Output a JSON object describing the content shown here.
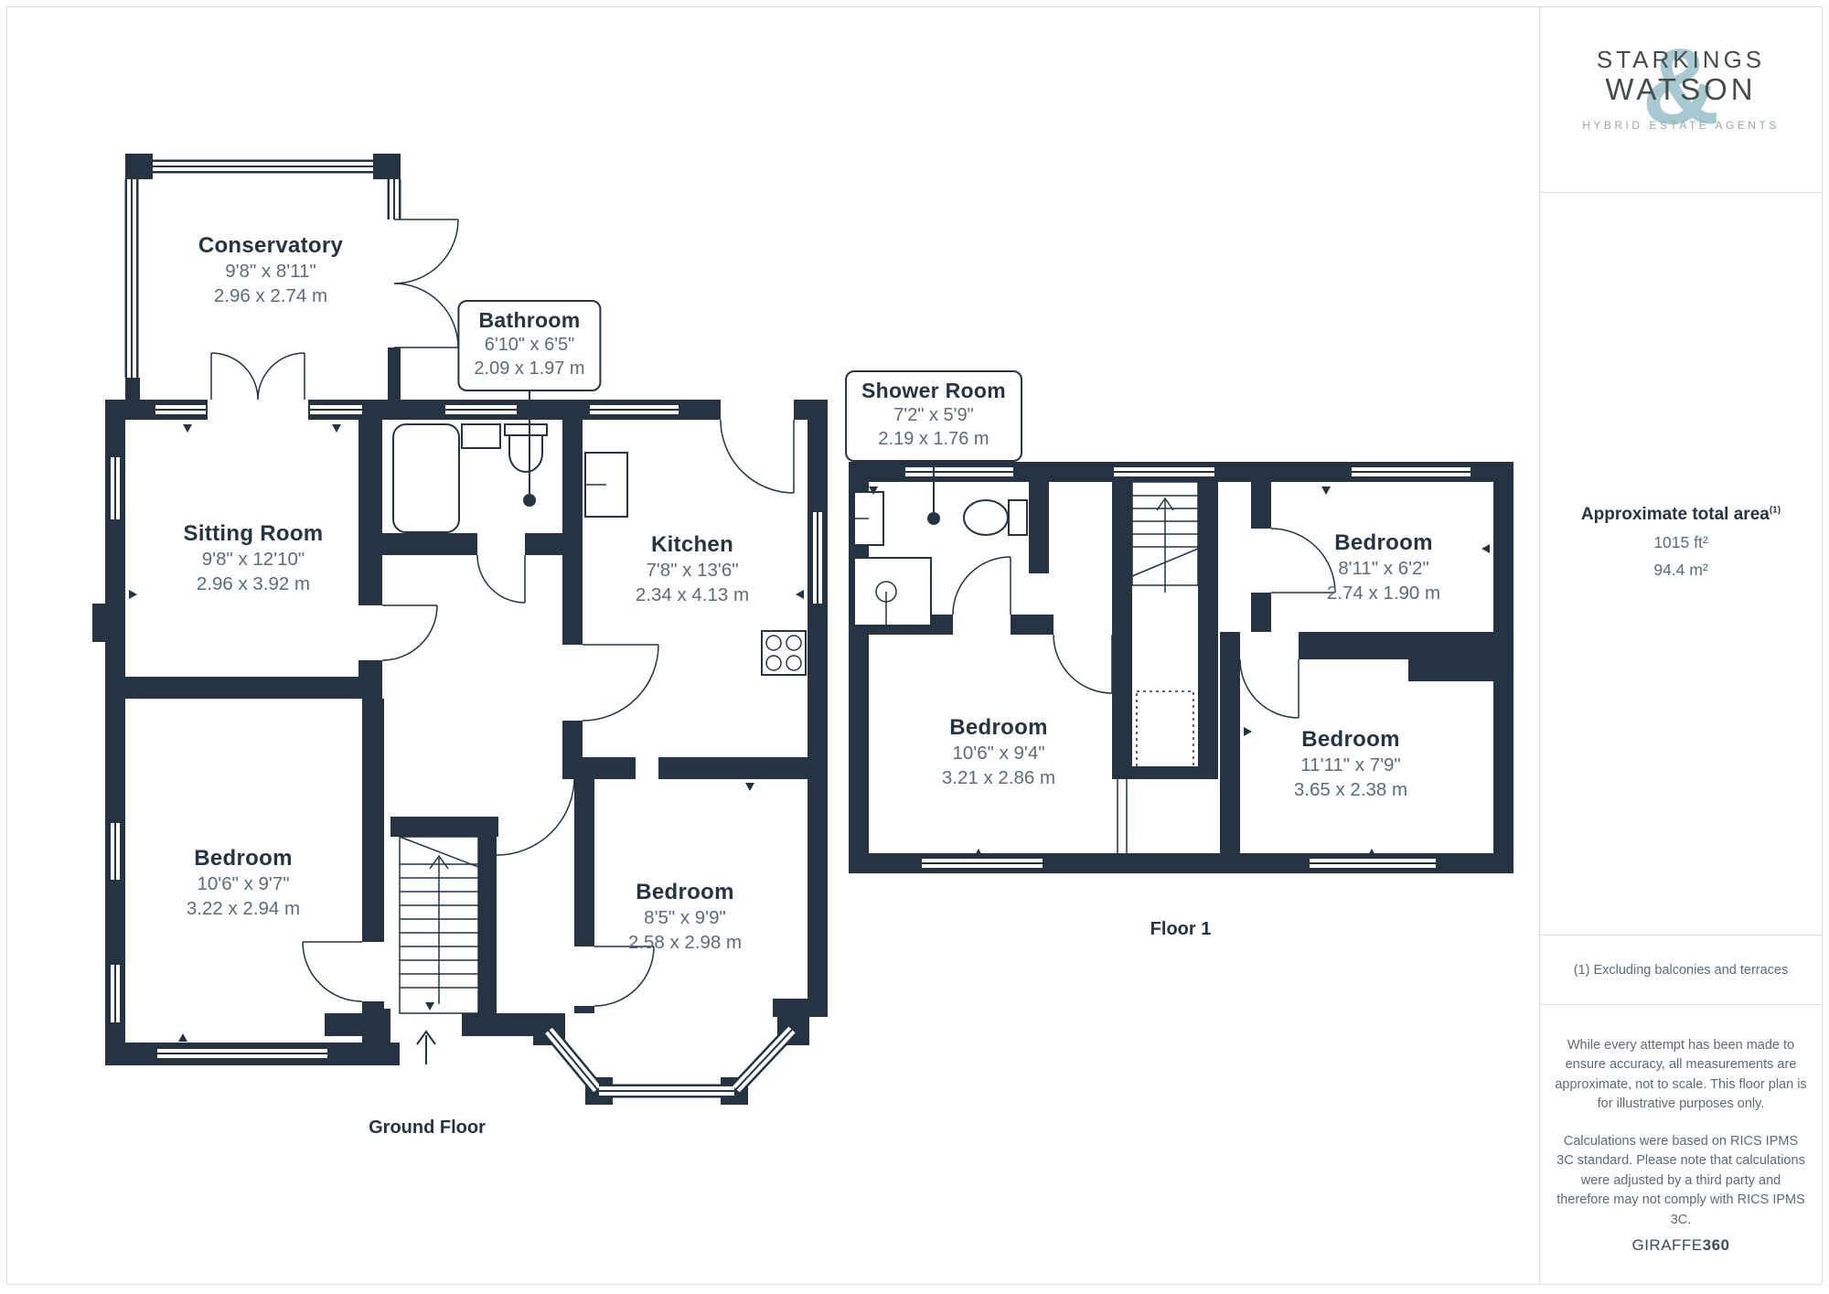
{
  "colors": {
    "wall": "#253343",
    "dim_text": "#5e6a75",
    "logo_teal": "#a7c9d1",
    "logo_gray": "#454d4c",
    "border_gray": "#dcdfe2"
  },
  "floors": [
    {
      "label": "Ground Floor",
      "rooms": [
        {
          "name": "Conservatory",
          "imperial": "9'8\" x 8'11\"",
          "metric": "2.96 x 2.74 m"
        },
        {
          "name": "Sitting Room",
          "imperial": "9'8\" x 12'10\"",
          "metric": "2.96 x 3.92 m"
        },
        {
          "name": "Bathroom",
          "imperial": "6'10\" x 6'5\"",
          "metric": "2.09 x 1.97 m"
        },
        {
          "name": "Kitchen",
          "imperial": "7'8\" x 13'6\"",
          "metric": "2.34 x 4.13 m"
        },
        {
          "name": "Bedroom",
          "imperial": "10'6\" x 9'7\"",
          "metric": "3.22 x 2.94 m"
        },
        {
          "name": "Bedroom",
          "imperial": "8'5\" x 9'9\"",
          "metric": "2.58 x 2.98 m"
        }
      ]
    },
    {
      "label": "Floor 1",
      "rooms": [
        {
          "name": "Shower Room",
          "imperial": "7'2\" x 5'9\"",
          "metric": "2.19 x 1.76 m"
        },
        {
          "name": "Bedroom",
          "imperial": "8'11\" x 6'2\"",
          "metric": "2.74 x 1.90 m"
        },
        {
          "name": "Bedroom",
          "imperial": "10'6\" x 9'4\"",
          "metric": "3.21 x 2.86 m"
        },
        {
          "name": "Bedroom",
          "imperial": "11'11\" x 7'9\"",
          "metric": "3.65 x 2.38 m"
        }
      ]
    }
  ],
  "sidebar": {
    "logo": {
      "line1": "STARKINGS",
      "line2": "WATSON",
      "amp": "&",
      "tagline": "HYBRID ESTATE AGENTS"
    },
    "area": {
      "title": "Approximate total area",
      "sup": "(1)",
      "imperial": "1015 ft²",
      "metric": "94.4 m²"
    },
    "note": "(1) Excluding balconies and terraces",
    "disclaimer1": "While every attempt has been made to ensure accuracy, all measurements are approximate, not to scale. This floor plan is for illustrative purposes only.",
    "disclaimer2": "Calculations were based on RICS IPMS 3C standard. Please note that calculations were adjusted by a third party and therefore may not comply with RICS IPMS 3C.",
    "brand": {
      "name": "GIRAFFE",
      "suffix": "360"
    }
  }
}
